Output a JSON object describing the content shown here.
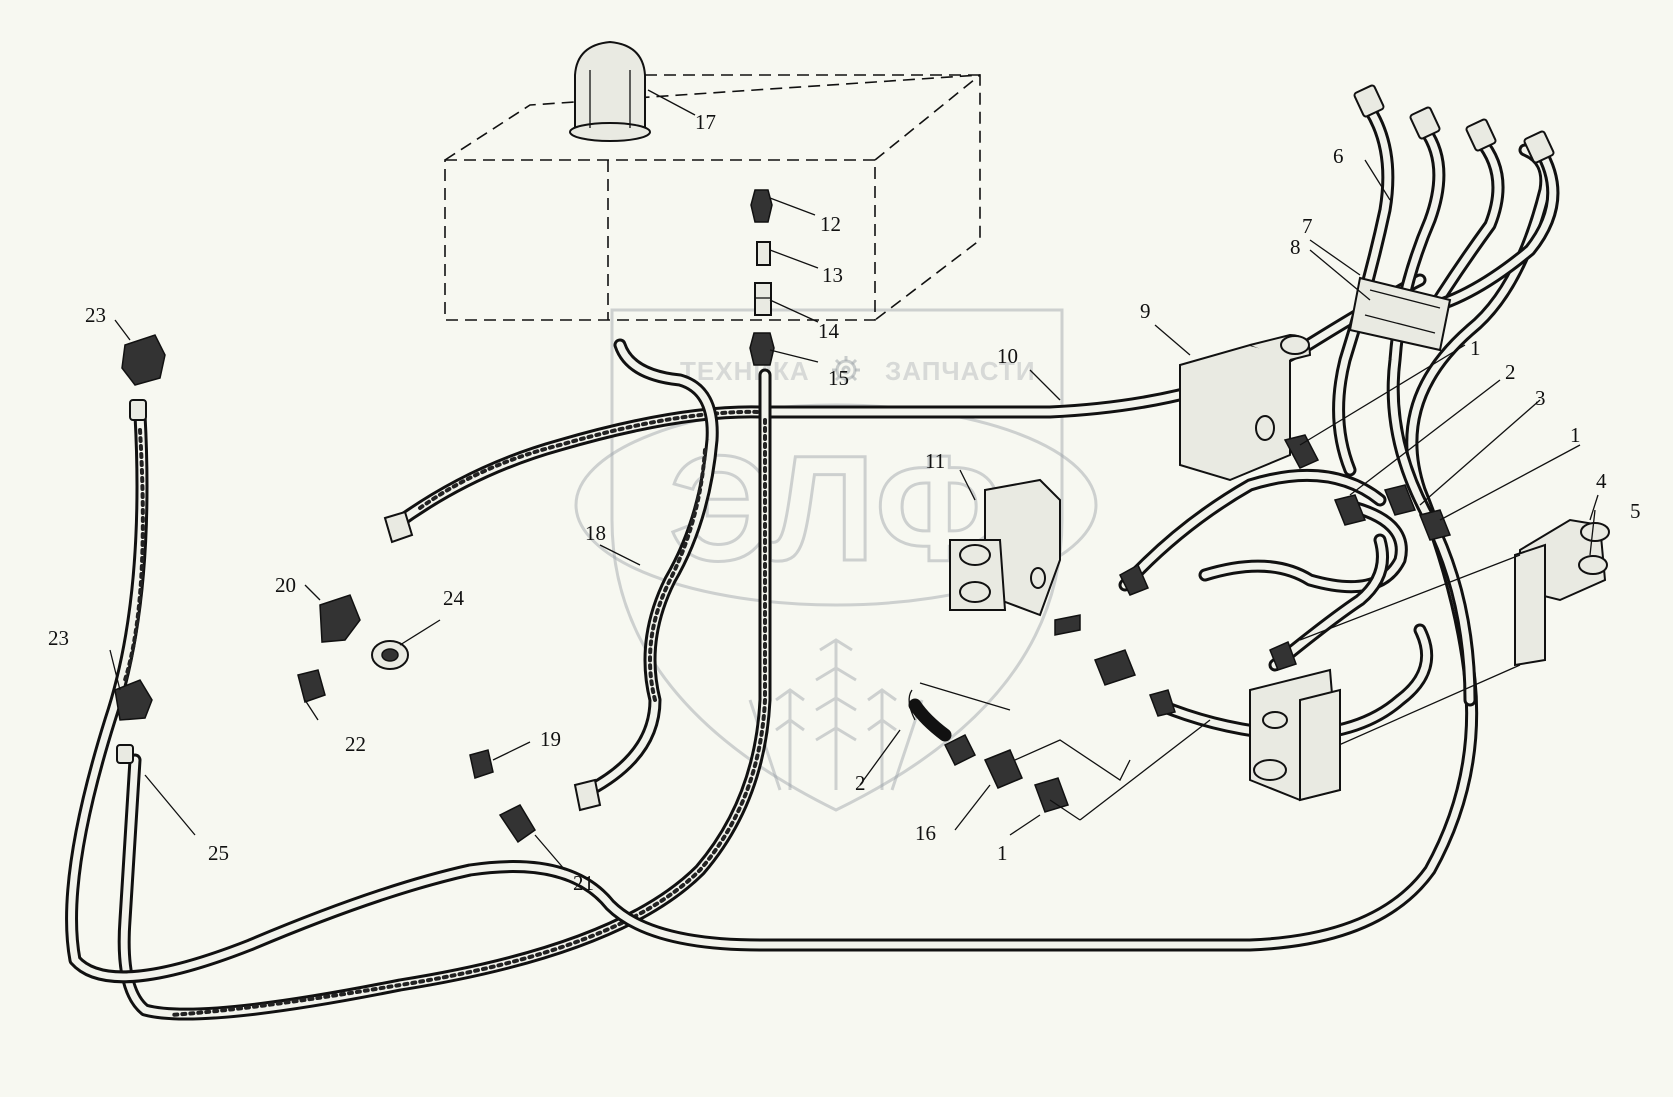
{
  "watermark": {
    "brand_left": "ТЕХНИКА",
    "brand_right": "ЗАПЧАСТИ",
    "logo_letters": "ЭЛФ",
    "gear_icon": "gear-icon",
    "color": "#9aa0a6"
  },
  "callouts": [
    {
      "id": "17",
      "text": "17"
    },
    {
      "id": "12",
      "text": "12"
    },
    {
      "id": "13",
      "text": "13"
    },
    {
      "id": "14",
      "text": "14"
    },
    {
      "id": "15",
      "text": "15"
    },
    {
      "id": "6",
      "text": "6"
    },
    {
      "id": "7",
      "text": "7"
    },
    {
      "id": "8",
      "text": "8"
    },
    {
      "id": "9",
      "text": "9"
    },
    {
      "id": "10",
      "text": "10"
    },
    {
      "id": "1a",
      "text": "1"
    },
    {
      "id": "2a",
      "text": "2"
    },
    {
      "id": "3",
      "text": "3"
    },
    {
      "id": "1b",
      "text": "1"
    },
    {
      "id": "4",
      "text": "4"
    },
    {
      "id": "5",
      "text": "5"
    },
    {
      "id": "11",
      "text": "11"
    },
    {
      "id": "23a",
      "text": "23"
    },
    {
      "id": "23b",
      "text": "23"
    },
    {
      "id": "18",
      "text": "18"
    },
    {
      "id": "20",
      "text": "20"
    },
    {
      "id": "24",
      "text": "24"
    },
    {
      "id": "22",
      "text": "22"
    },
    {
      "id": "19",
      "text": "19"
    },
    {
      "id": "21",
      "text": "21"
    },
    {
      "id": "25",
      "text": "25"
    },
    {
      "id": "2b",
      "text": "2"
    },
    {
      "id": "16",
      "text": "16"
    },
    {
      "id": "1c",
      "text": "1"
    }
  ]
}
